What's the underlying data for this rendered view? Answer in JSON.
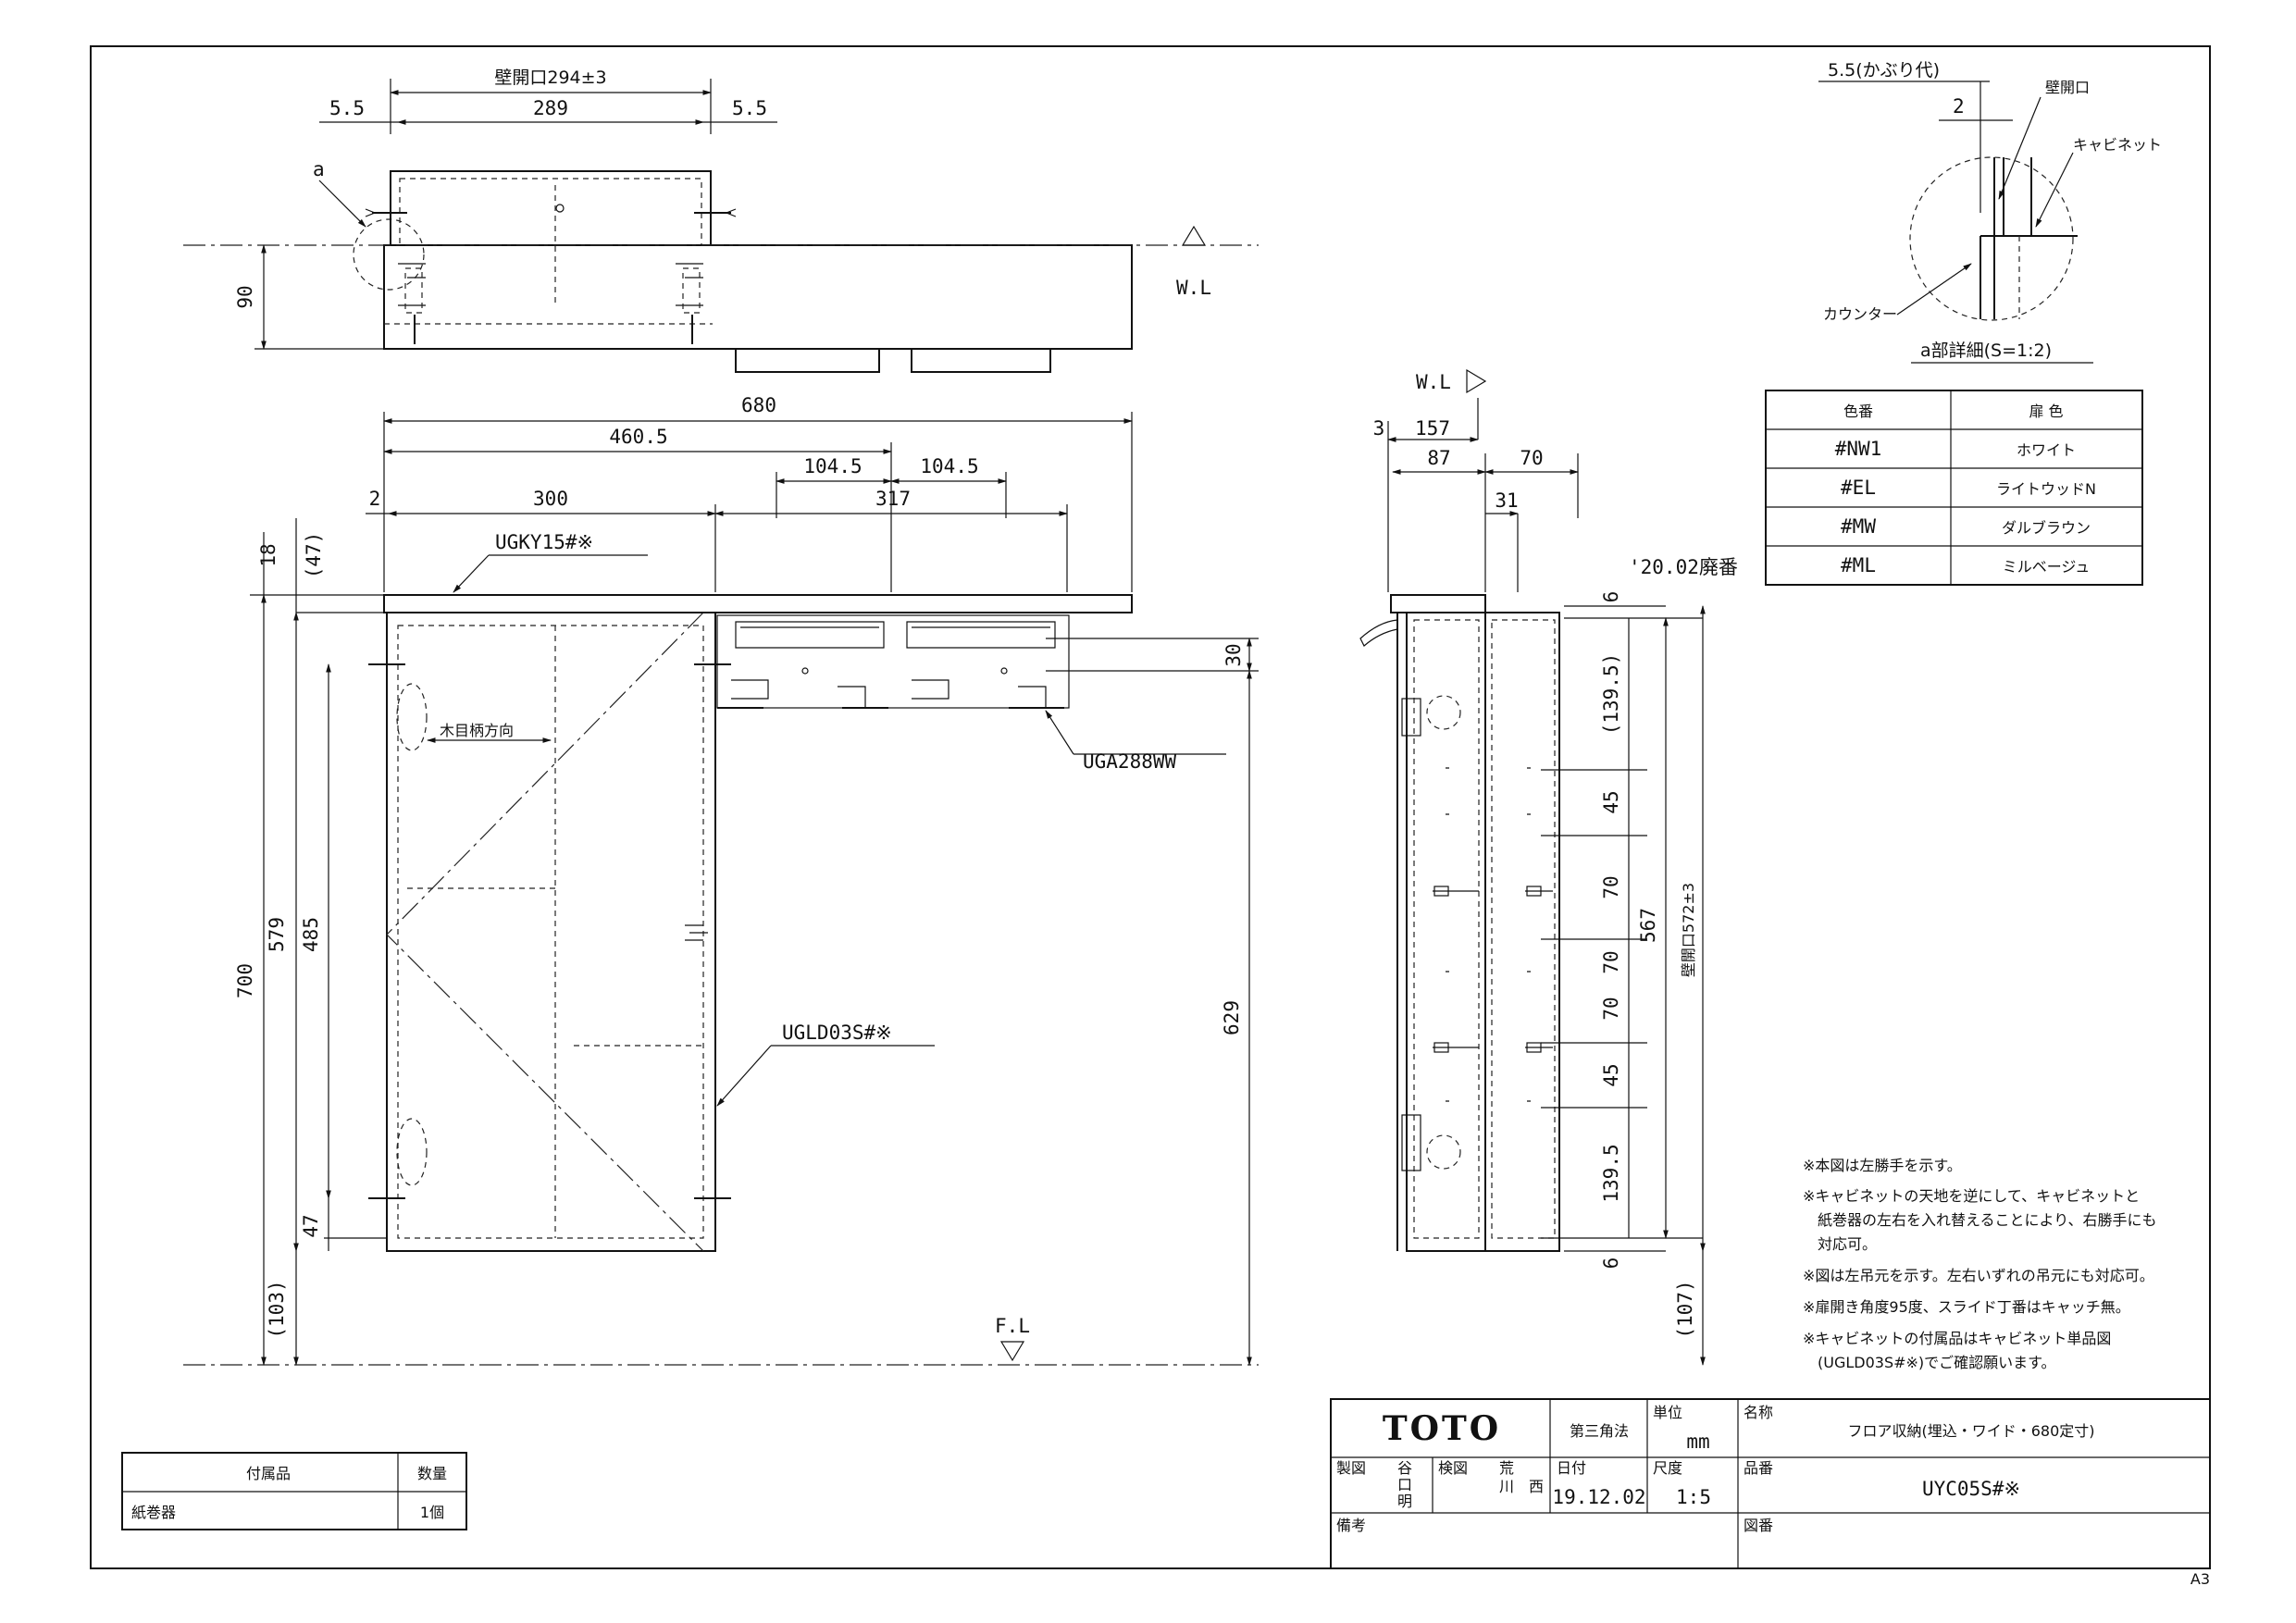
{
  "plan_view": {
    "dim_opening": "壁開口294±3",
    "dim_289": "289",
    "dim_left_gap": "5.5",
    "dim_right_gap": "5.5",
    "label_a": "a",
    "dim_90": "90",
    "wl": "W.L"
  },
  "front_view": {
    "dim_680": "680",
    "dim_460": "460.5",
    "dim_104a": "104.5",
    "dim_104b": "104.5",
    "dim_2": "2",
    "dim_300": "300",
    "dim_317": "317",
    "dim_18": "18",
    "dim_47top": "(47)",
    "dim_700": "700",
    "dim_579": "579",
    "dim_485": "485",
    "dim_47": "47",
    "dim_103": "(103)",
    "dim_30": "30",
    "dim_629": "629",
    "label_ugky": "UGKY15#※",
    "label_grain": "木目柄方向",
    "label_uga": "UGA288WW",
    "label_ugld": "UGLD03S#※",
    "fl": "F.L"
  },
  "side_view": {
    "wl": "W.L",
    "dim_3": "3",
    "dim_157": "157",
    "dim_87": "87",
    "dim_70top": "70",
    "dim_31": "31",
    "dim_6top": "6",
    "dim_139a": "(139.5)",
    "dim_45a": "45",
    "dim_70a": "70",
    "dim_70b": "70",
    "dim_70c": "70",
    "dim_45b": "45",
    "dim_139b": "139.5",
    "dim_567": "567",
    "dim_opening": "壁開口572±3",
    "dim_6bot": "6",
    "dim_107": "(107)",
    "revision": "'20.02廃番"
  },
  "detail_a": {
    "dim_55": "5.5(かぶり代)",
    "dim_2": "2",
    "label_wall": "壁開口",
    "label_cabinet": "キャビネット",
    "label_counter": "カウンター",
    "caption": "a部詳細(S=1:2)"
  },
  "color_table": {
    "headers": [
      "色番",
      "扉 色"
    ],
    "rows": [
      [
        "#NW1",
        "ホワイト"
      ],
      [
        "#EL",
        "ライトウッドN"
      ],
      [
        "#MW",
        "ダルブラウン"
      ],
      [
        "#ML",
        "ミルベージュ"
      ]
    ]
  },
  "notes": [
    "※本図は左勝手を示す。",
    "※キャビネットの天地を逆にして、キャビネットと",
    "　紙巻器の左右を入れ替えることにより、右勝手にも",
    "　対応可。",
    "※図は左吊元を示す。左右いずれの吊元にも対応可。",
    "※扉開き角度95度、スライド丁番はキャッチ無。",
    "※キャビネットの付属品はキャビネット単品図",
    "　(UGLD03S#※)でご確認願います。"
  ],
  "accessories": {
    "headers": [
      "付属品",
      "数量"
    ],
    "rows": [
      [
        "紙巻器",
        "1個"
      ]
    ]
  },
  "title_block": {
    "logo": "TOTO",
    "projection": "第三角法",
    "unit_label": "単位",
    "unit": "mm",
    "name_label": "名称",
    "name": "フロア収納(埋込・ワイド・680定寸)",
    "drawn_label": "製図",
    "drawn_by": [
      "谷",
      "口",
      "明"
    ],
    "checked_label": "検図",
    "checked_by": [
      "荒",
      "川",
      "西"
    ],
    "date_label": "日付",
    "date": "19.12.02",
    "scale_label": "尺度",
    "scale": "1:5",
    "part_label": "品番",
    "part": "UYC05S#※",
    "remarks_label": "備考",
    "drawing_no_label": "図番"
  },
  "sheet_size": "A3"
}
